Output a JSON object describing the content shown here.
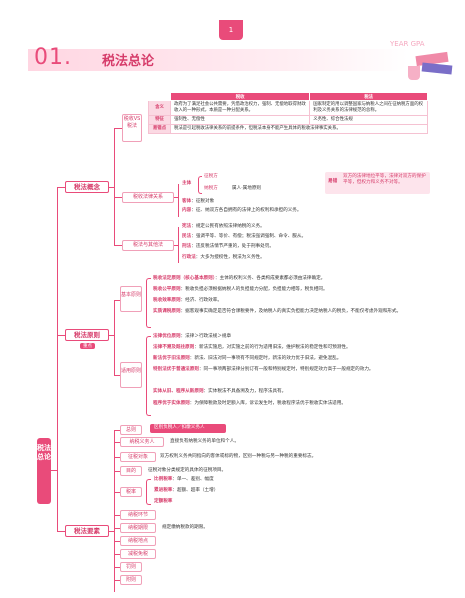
{
  "page": {
    "chapter_mark": "1"
  },
  "header": {
    "number": "01.",
    "title": "税法总论",
    "deco_text": "YEAR\nGPA"
  },
  "root": {
    "label": "税法总论"
  },
  "concept": {
    "label": "税法概念",
    "vs_label": "税收VS税法",
    "table": {
      "columns": [
        "税收",
        "税法"
      ],
      "rows": [
        {
          "head": "含义",
          "tax": "政府为了满足社会公共需要，凭借政治权力，强制、无偿地取得财政收入的一种形式，本质是一种分配关系。",
          "law": "国家制定的用以调整国家与纳税人之间在征纳税方面的权利及义务关系的法律规范的总称。"
        },
        {
          "head": "特征",
          "tax": "强制性、无偿性",
          "law": "义务性、综合性法规"
        },
        {
          "head": "易错点",
          "tax": "税法是引起税收法律关系的前提条件，但税法本身不能产生具体的税收法律事实关系。",
          "law": ""
        }
      ]
    },
    "relation": {
      "label": "税收法律关系",
      "subject_head": "主体",
      "tax_side": "征税方",
      "payer_side": "纳税方",
      "principle": "属人·属地原则",
      "note_head": "易错",
      "note": "双方的法律地位平等，法律对双方的保护平等，但权力和义务不对等。",
      "object_head": "客体",
      "object": "征税对象",
      "content_head": "内容",
      "content": "征、纳双方各自拥有的法律上的权利和承担的义务。"
    },
    "others": {
      "label": "税法与其他法",
      "items": [
        {
          "k": "宪法",
          "v": "规定公民有依照法律纳税的义务。"
        },
        {
          "k": "民法",
          "v": "强调平等、等价、有偿；税法强调强制、命令、服从。"
        },
        {
          "k": "刑法",
          "v": "违反税法情节严重的，处于刑事处罚。"
        },
        {
          "k": "行政法",
          "v": "大多为授权性，税法为义务性。"
        }
      ]
    }
  },
  "principles": {
    "label": "税法原则",
    "key_badge": "重点",
    "basic": {
      "label": "基本原则",
      "items": [
        {
          "k": "税收法定原则（核心基本原则）",
          "v": "：主体的权利义务、各类构成要素都必须由法律确定。"
        },
        {
          "k": "税收公平原则",
          "v": "：税收负担必须根据纳税人的负担能力分配，负担能力相等，税负相同。"
        },
        {
          "k": "税收效率原则",
          "v": "：经济、行政效率。"
        },
        {
          "k": "实质课税原则",
          "v": "：据客观事实确定是否符合课税要件，及纳税人的真实负担能力决定纳税人的税负，不能仅考虑外观和形式。"
        }
      ]
    },
    "applied": {
      "label": "适用原则",
      "items": [
        {
          "k": "法律优位原则",
          "v": "：法律＞行政法规＞规章"
        },
        {
          "k": "法律不溯及既往原则",
          "v": "：新法实施后，对实施之前的行为适用旧法，维护税法的稳定性和可预测性。"
        },
        {
          "k": "新法优于旧法原则",
          "v": "：新法、旧法对同一事项有不同规定时，新法的效力优于旧法，避免混乱。"
        },
        {
          "k": "特别法优于普通法原则",
          "v": "：同一事项两部法律分别订有一般和特别规定时，特别规定效力高于一般规定的效力。"
        },
        {
          "k": "实体从旧、程序从新原则",
          "v": "：实体税法不具备溯及力，程序法具有。"
        },
        {
          "k": "程序优于实体原则",
          "v": "：为保障税款及时足额入库，诉讼发生时，税收程序法优于税收实体法适用。"
        }
      ]
    }
  },
  "elements": {
    "label": "税法要素",
    "items": [
      {
        "k": "总则",
        "v": ""
      },
      {
        "k": "纳税义务人",
        "v": "直接负有纳税义务的单位和个人。"
      },
      {
        "k": "征税对象",
        "v": "双方权利义务共同指向的客体或标的物，区别一种税与另一种税的重要标志。"
      },
      {
        "k": "目的",
        "v": "征税对象分类规定的具体的征税项目。"
      },
      {
        "k": "税率",
        "v": ""
      },
      {
        "k": "纳税环节",
        "v": ""
      },
      {
        "k": "纳税期限",
        "v": "规定缴纳税款的期限。"
      },
      {
        "k": "纳税地点",
        "v": ""
      },
      {
        "k": "减税免税",
        "v": ""
      },
      {
        "k": "罚则",
        "v": ""
      },
      {
        "k": "附则",
        "v": ""
      }
    ],
    "withholding": "区别负税人／扣缴义务人",
    "rates": [
      {
        "k": "比例税率",
        "v": "：单一、差别、幅度"
      },
      {
        "k": "累进税率",
        "v": "：超额、超率（土增）"
      },
      {
        "k": "定额税率",
        "v": ""
      }
    ]
  }
}
